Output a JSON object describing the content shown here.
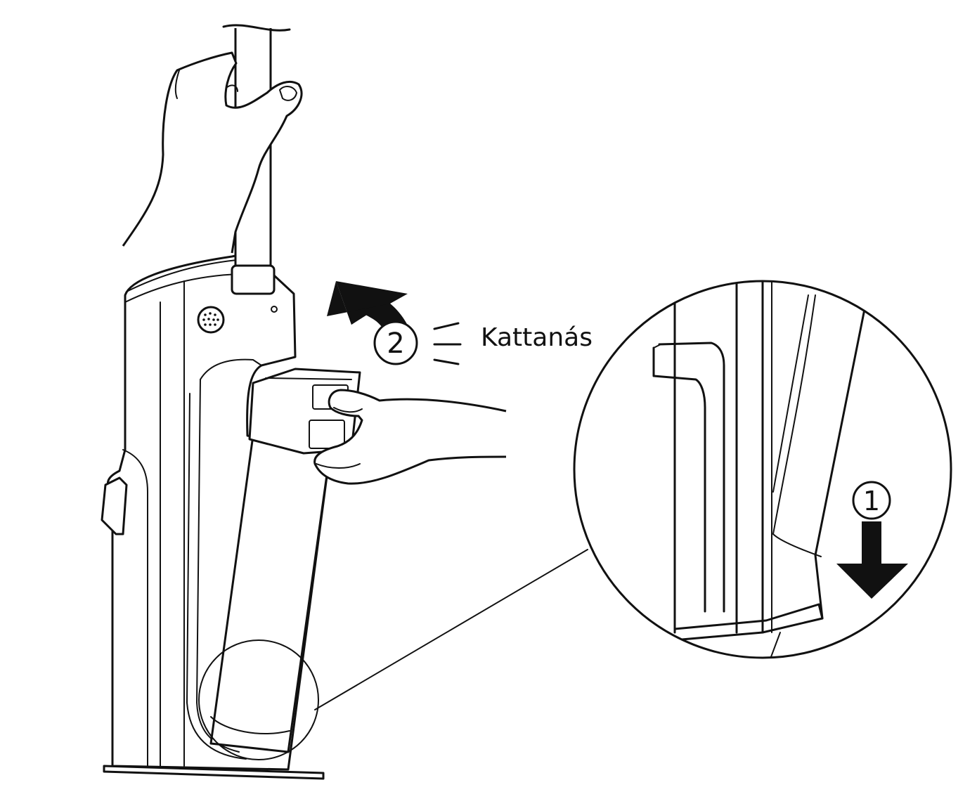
{
  "illustration": {
    "sound_label": "Kattanás",
    "step_1": "1",
    "step_2": "2"
  },
  "colors": {
    "ink": "#111111",
    "paper": "#ffffff"
  }
}
